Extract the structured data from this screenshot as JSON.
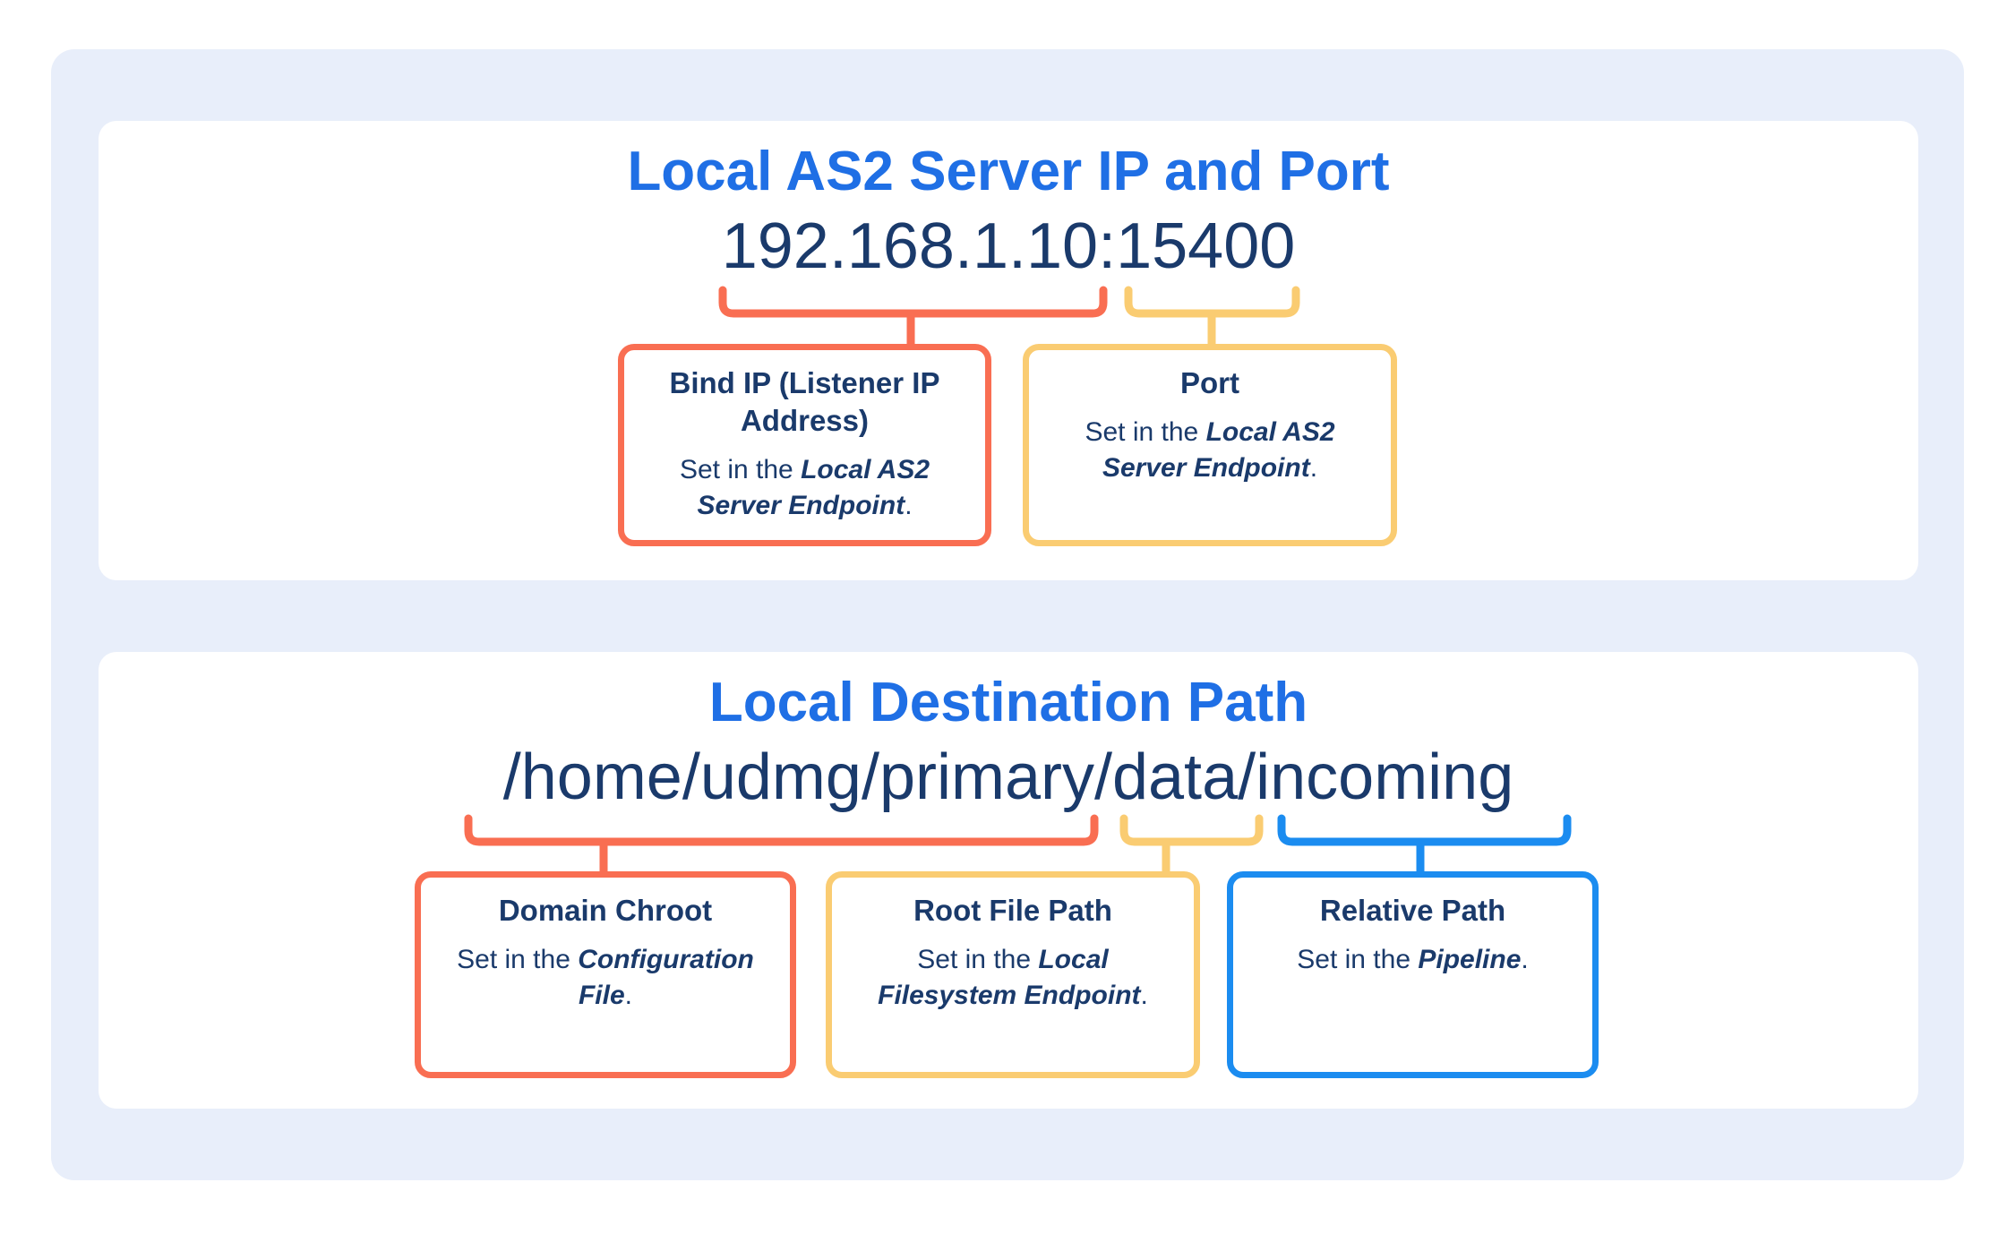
{
  "colors": {
    "card_bg": "#E8EEFA",
    "panel_bg": "#FFFFFF",
    "heading_blue": "#1F6FE5",
    "text_navy": "#1A3A6B",
    "accent_orange": "#F96E52",
    "accent_yellow": "#FACC72",
    "accent_blue": "#1B8CF0"
  },
  "panels": [
    {
      "title": "Local AS2 Server IP and Port",
      "value": "192.168.1.10:15400",
      "boxes": [
        {
          "accent": "orange",
          "title": "Bind IP (Listener IP Address)",
          "body_prefix": "Set in the ",
          "body_emphasis": "Local AS2 Server Endpoint",
          "body_suffix": "."
        },
        {
          "accent": "yellow",
          "title": "Port",
          "body_prefix": "Set in the ",
          "body_emphasis": "Local AS2 Server Endpoint",
          "body_suffix": "."
        }
      ]
    },
    {
      "title": "Local Destination Path",
      "value": "/home/udmg/primary/data/incoming",
      "boxes": [
        {
          "accent": "orange",
          "title": "Domain Chroot",
          "body_prefix": "Set in the ",
          "body_emphasis": "Configuration File",
          "body_suffix": "."
        },
        {
          "accent": "yellow",
          "title": "Root File Path",
          "body_prefix": "Set in the ",
          "body_emphasis": "Local Filesystem Endpoint",
          "body_suffix": "."
        },
        {
          "accent": "blue",
          "title": "Relative Path",
          "body_prefix": "Set in the ",
          "body_emphasis": "Pipeline",
          "body_suffix": "."
        }
      ]
    }
  ]
}
